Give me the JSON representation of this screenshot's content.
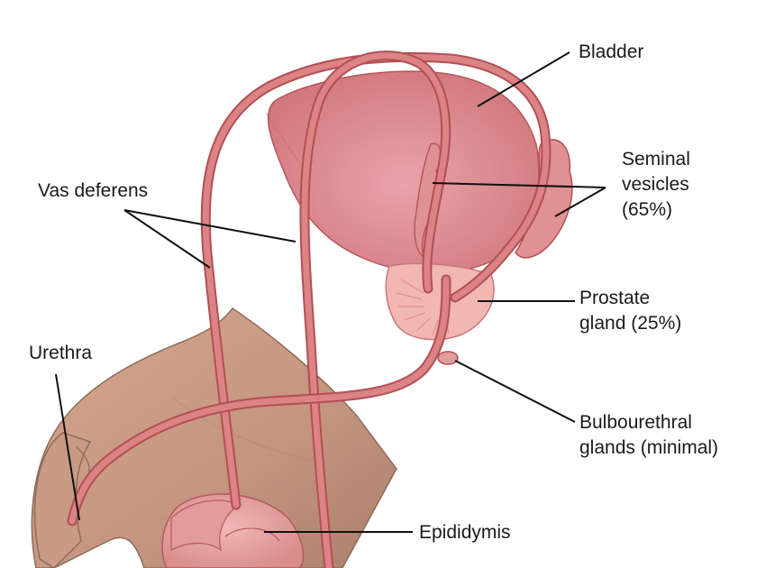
{
  "labels": {
    "bladder": "Bladder",
    "seminal_vesicles": [
      "Seminal",
      "vesicles",
      "(65%)"
    ],
    "vas_deferens": "Vas deferens",
    "prostate_gland": [
      "Prostate",
      "gland (25%)"
    ],
    "urethra": "Urethra",
    "bulbourethral_glands": [
      "Bulbourethral",
      "glands (minimal)"
    ],
    "epididymis": "Epididymis"
  },
  "colors": {
    "bladder": "#dc8a8e",
    "tube": "#d77a7c",
    "tube_outline": "#b24f55",
    "prostate": "#f0b4b2",
    "penis_body": "#c99982",
    "penis_shadow": "#a67a66",
    "leader_line": "#111111"
  }
}
